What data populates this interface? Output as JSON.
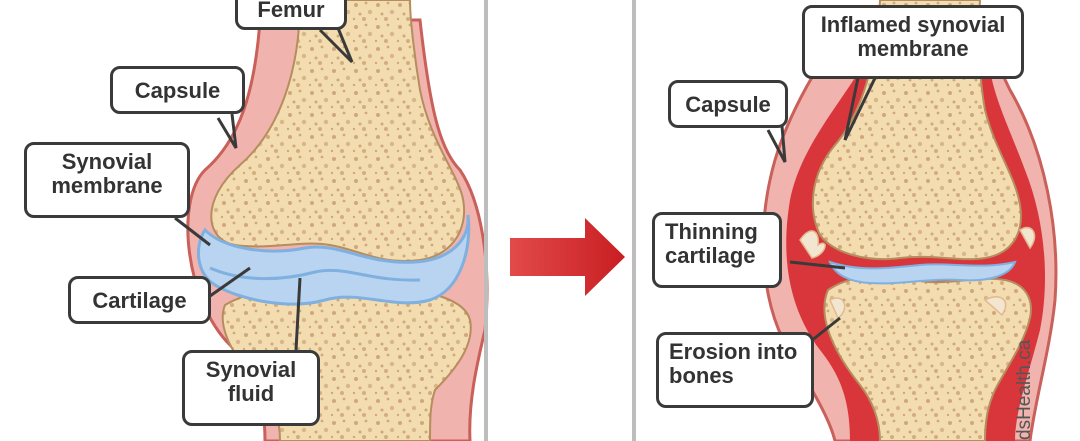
{
  "healthy_panel": {
    "labels": {
      "femur": "Femur",
      "capsule": "Capsule",
      "synovial_membrane": [
        "Synovial",
        "membrane"
      ],
      "cartilage": "Cartilage",
      "synovial_fluid": [
        "Synovial",
        "fluid"
      ]
    }
  },
  "inflamed_panel": {
    "labels": {
      "inflamed_synovial_membrane": [
        "Inflamed synovial",
        "membrane"
      ],
      "capsule": "Capsule",
      "thinning_cartilage": [
        "Thinning",
        "cartilage"
      ],
      "erosion_into_bones": [
        "Erosion into",
        "bones"
      ]
    },
    "watermark": "dsHealth.ca"
  },
  "arrow": {
    "direction": "right",
    "icon": "right-arrow-icon"
  },
  "colors": {
    "bone": "#f3ddb0",
    "bone_spots": "#cfa87a",
    "capsule": "#f0b3ad",
    "capsule_outline": "#c9605a",
    "inflamed_tissue": "#d9363c",
    "cartilage": "#b8d4f0",
    "cartilage_outline": "#7fb0e0",
    "arrow": "#d8282c",
    "callout_border": "#3a3a3a",
    "divider": "#bdbdbd"
  }
}
